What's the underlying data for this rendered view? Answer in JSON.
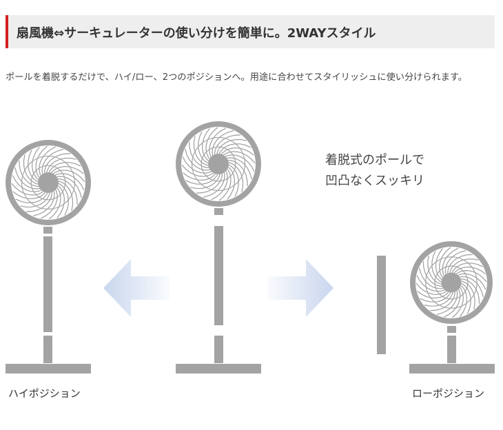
{
  "heading": {
    "title": "扇風機⇔サーキュレーターの使い分けを簡単に。2WAYスタイル",
    "accent_color": "#d31f1f"
  },
  "description": "ポールを着脱するだけで、ハイ/ロー、2つのポジションへ。用途に合わせてスタイリッシュに使い分けられます。",
  "callout": {
    "line1": "着脱式のポールで",
    "line2": "凹凸なくスッキリ"
  },
  "captions": {
    "high": "ハイポジション",
    "low": "ローポジション"
  },
  "colors": {
    "fan_gray": "#a3a3a3",
    "arrow_blue": "#c9d6ee"
  },
  "icons": {
    "arrow_left": "arrow-left-icon",
    "arrow_right": "arrow-right-icon"
  }
}
